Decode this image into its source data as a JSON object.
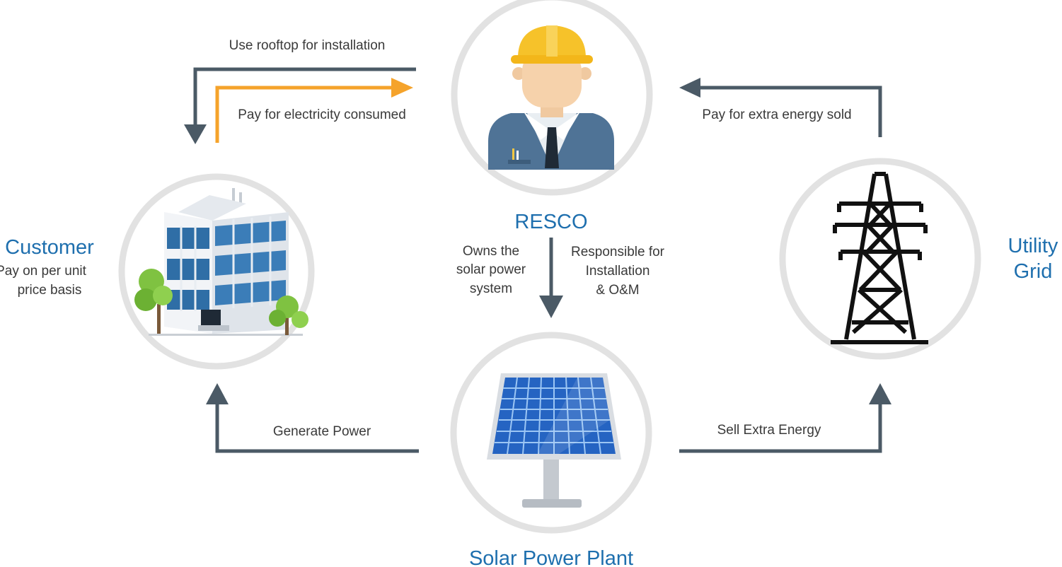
{
  "colors": {
    "title": "#1e6fae",
    "edge": "#4b5a66",
    "edge_accent": "#f5a32b",
    "ring": "#e2e2e2",
    "label": "#3a3a3a"
  },
  "nodes": {
    "resco": {
      "title": "RESCO",
      "icon": "worker-icon"
    },
    "customer": {
      "title": "Customer",
      "subtitle_line1": "Pay on per unit",
      "subtitle_line2": "price basis",
      "icon": "office-building-icon"
    },
    "utility": {
      "title_line1": "Utility",
      "title_line2": "Grid",
      "icon": "transmission-tower-icon"
    },
    "solar": {
      "title": "Solar Power Plant",
      "icon": "solar-panel-icon"
    }
  },
  "edges": {
    "rooftop": "Use rooftop for installation",
    "pay_electricity": "Pay for electricity consumed",
    "pay_extra": "Pay for extra energy sold",
    "owns_line1": "Owns the",
    "owns_line2": "solar power",
    "owns_line3": "system",
    "resp_line1": "Responsible for",
    "resp_line2": "Installation",
    "resp_line3": "& O&M",
    "generate": "Generate Power",
    "sell": "Sell Extra Energy"
  }
}
